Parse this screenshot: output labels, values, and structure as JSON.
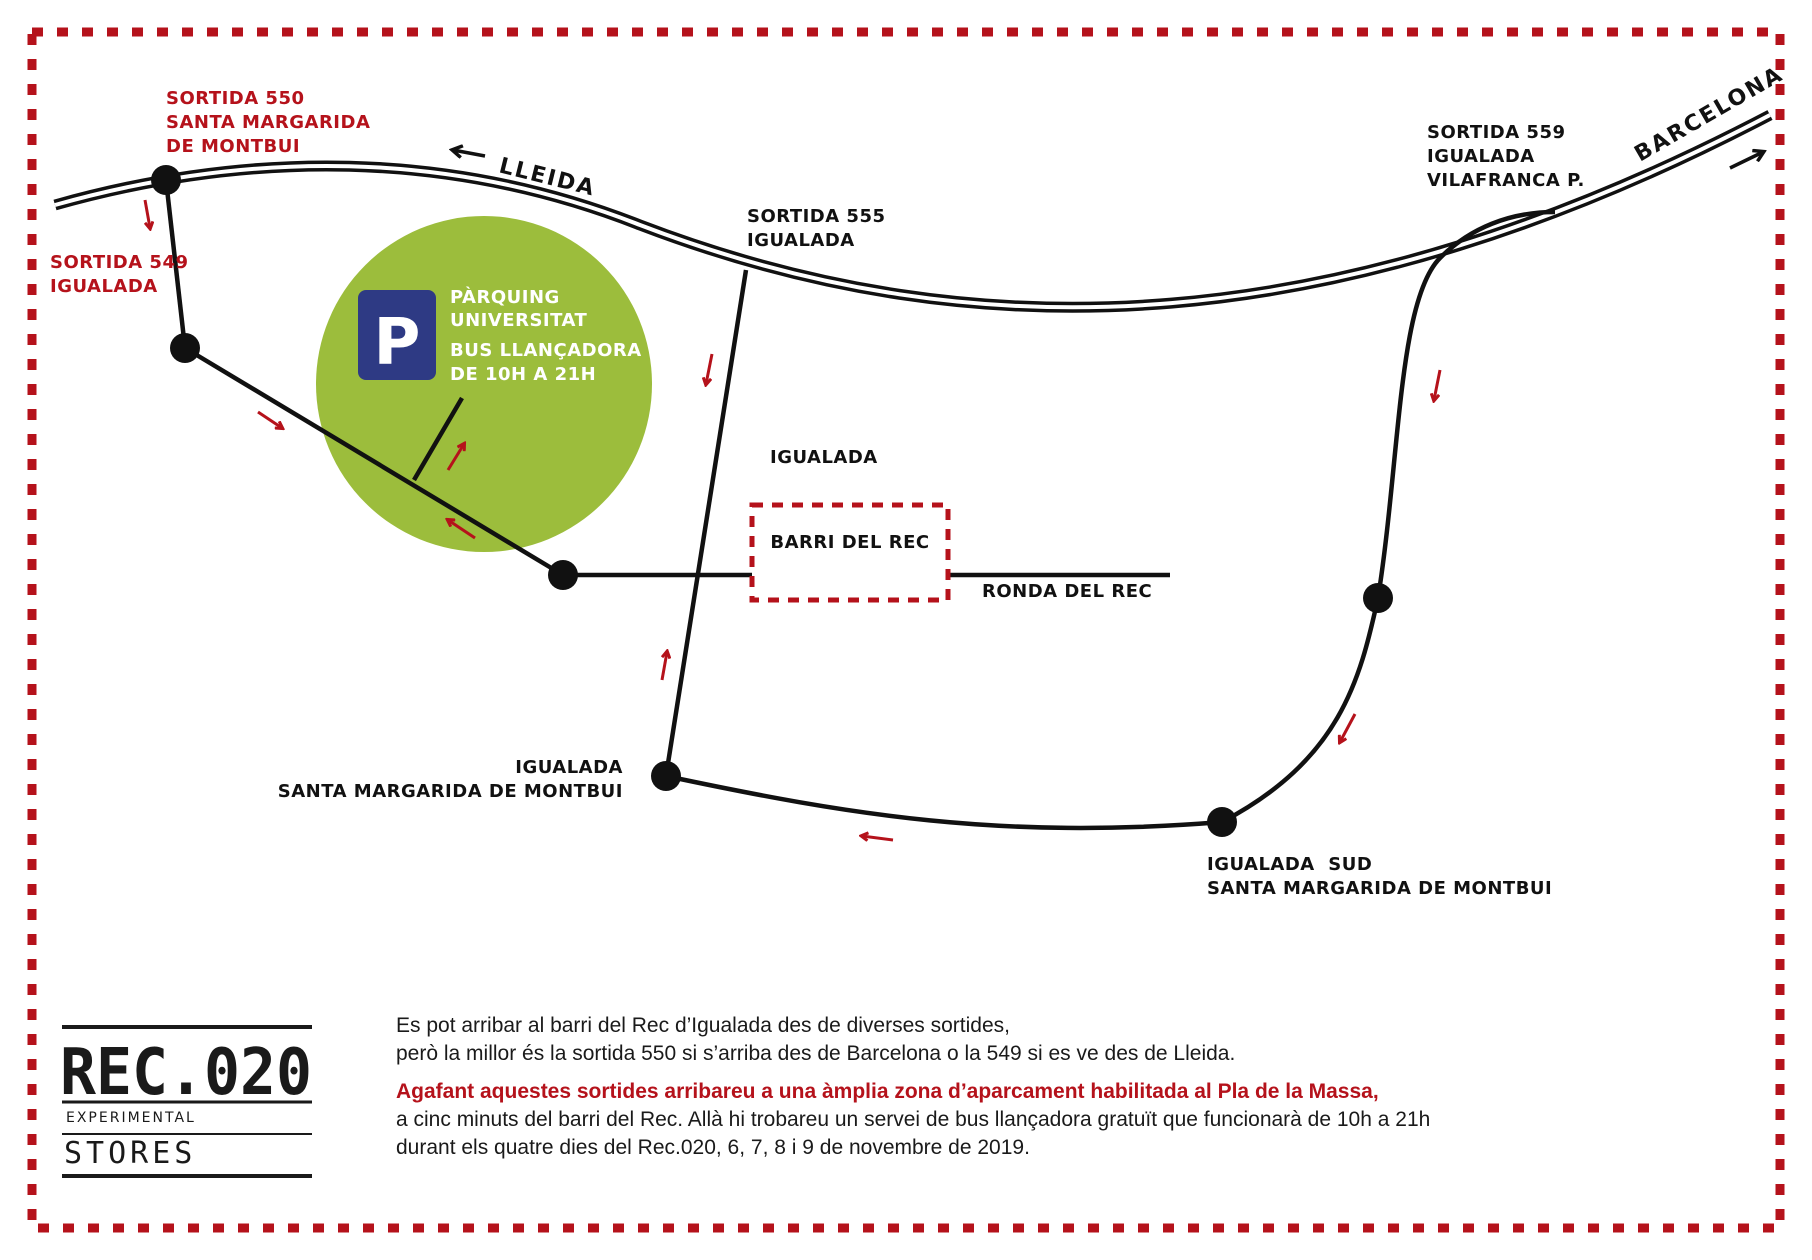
{
  "colors": {
    "accent_red": "#b5121b",
    "parking_green": "#9cbd3c",
    "parking_sign_blue": "#2e3a84",
    "road_black": "#111111"
  },
  "map": {
    "highway": {
      "direction_west": "LLEIDA",
      "direction_east": "BARCELONA"
    },
    "exits": {
      "exit_550": [
        "SORTIDA 550",
        "SANTA MARGARIDA",
        "DE MONTBUI"
      ],
      "exit_549": [
        "SORTIDA 549",
        "IGUALADA"
      ],
      "exit_555": [
        "SORTIDA 555",
        "IGUALADA"
      ],
      "exit_559": [
        "SORTIDA 559",
        "IGUALADA",
        "VILAFRANCA P."
      ]
    },
    "junctions": {
      "igualada_montbui": [
        "IGUALADA",
        "SANTA MARGARIDA DE MONTBUI"
      ],
      "igualada_sud": [
        "IGUALADA  SUD",
        "SANTA MARGARIDA DE MONTBUI"
      ]
    },
    "parking": {
      "icon": "parking-sign-icon",
      "letter": "P",
      "name": [
        "PÀRQUING",
        "UNIVERSITAT"
      ],
      "shuttle": [
        "BUS LLANÇADORA",
        "DE 10H A 21H"
      ]
    },
    "town_label": "IGUALADA",
    "district_label": "BARRI DEL REC",
    "street_label": "RONDA DEL REC"
  },
  "logo": {
    "main": "REC.020",
    "sub": "EXPERIMENTAL",
    "stores": "STORES"
  },
  "info": {
    "line1": "Es pot arribar al barri del Rec d’Igualada des de diverses sortides,",
    "line2": "però la millor és la sortida 550 si s’arriba des de Barcelona o la 549 si es ve des de Lleida.",
    "highlight": "Agafant aquestes sortides arribareu a una àmplia zona d’aparcament habilitada al Pla de la Massa,",
    "line3": "a cinc minuts del barri del Rec. Allà hi trobareu un servei de bus llançadora gratuït que funcionarà de 10h a 21h",
    "line4": "durant els quatre dies del Rec.020, 6, 7, 8 i 9 de novembre de 2019."
  }
}
